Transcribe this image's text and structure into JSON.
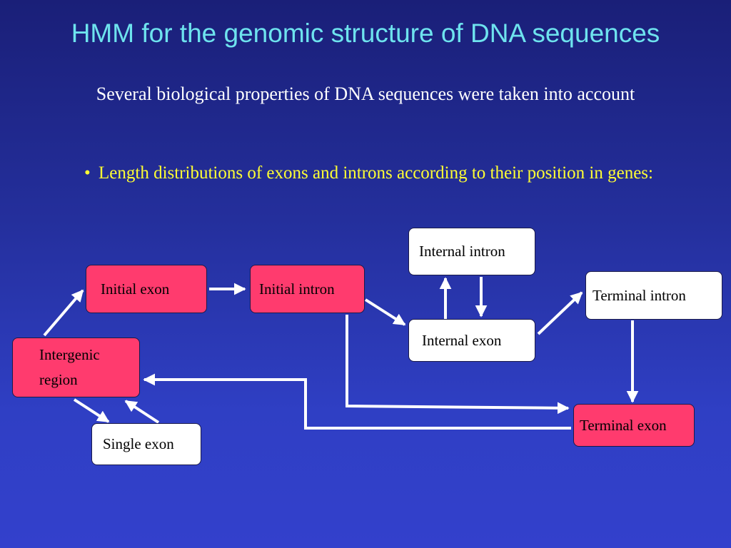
{
  "title": "HMM for the genomic structure of DNA sequences",
  "subtitle": "Several biological properties of DNA sequences were taken into account",
  "bullet": {
    "marker": "•",
    "text": "Length distributions of exons and introns according to their position in genes:"
  },
  "diagram": {
    "nodes": {
      "initial_exon": "Initial exon",
      "initial_intron": "Initial intron",
      "internal_intron": "Internal intron",
      "internal_exon": "Internal exon",
      "terminal_intron": "Terminal intron",
      "terminal_exon": "Terminal exon",
      "intergenic_region": "Intergenic region",
      "single_exon": "Single exon"
    },
    "edges": [
      [
        "intergenic_region",
        "initial_exon"
      ],
      [
        "initial_exon",
        "initial_intron"
      ],
      [
        "initial_intron",
        "internal_exon"
      ],
      [
        "internal_exon",
        "internal_intron"
      ],
      [
        "internal_intron",
        "internal_exon"
      ],
      [
        "internal_exon",
        "terminal_intron"
      ],
      [
        "terminal_intron",
        "terminal_exon"
      ],
      [
        "initial_intron",
        "terminal_exon"
      ],
      [
        "terminal_exon",
        "intergenic_region"
      ],
      [
        "intergenic_region",
        "single_exon"
      ],
      [
        "single_exon",
        "intergenic_region"
      ]
    ],
    "colors": {
      "exon_fill": "#ff3b6e",
      "intron_fill": "#ffffff",
      "arrow": "#ffffff"
    }
  }
}
